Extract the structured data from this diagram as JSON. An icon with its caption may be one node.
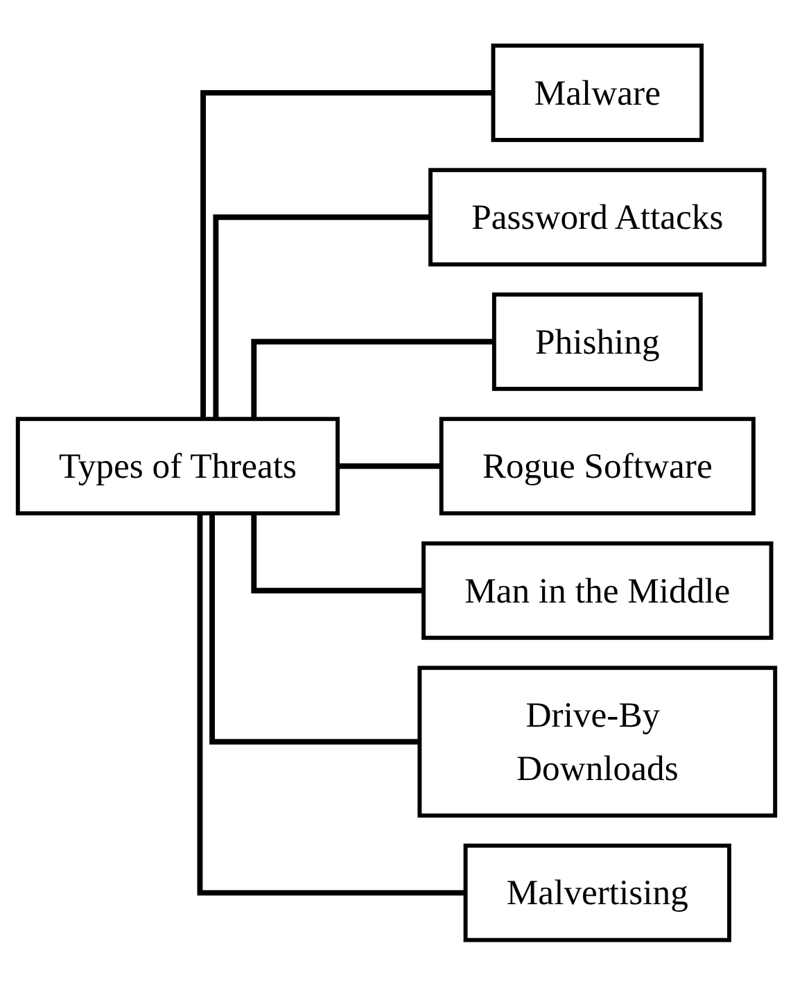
{
  "diagram": {
    "nodes": [
      {
        "text": [
          "Types of Threats"
        ]
      },
      {
        "text": [
          "Malware"
        ]
      },
      {
        "text": [
          "Password Attacks"
        ]
      },
      {
        "text": [
          "Phishing"
        ]
      },
      {
        "text": [
          "Rogue Software"
        ]
      },
      {
        "text": [
          "Man in the Middle"
        ]
      },
      {
        "text": [
          "Drive-By Downloads"
        ]
      },
      {
        "text": [
          "Malvertising"
        ]
      }
    ],
    "edges": [
      {
        "from": 0,
        "to": 1,
        "arrow": "none"
      },
      {
        "from": 0,
        "to": 2,
        "arrow": "none"
      },
      {
        "from": 0,
        "to": 3,
        "arrow": "none"
      },
      {
        "from": 0,
        "to": 4,
        "arrow": "none"
      },
      {
        "from": 0,
        "to": 5,
        "arrow": "none"
      },
      {
        "from": 0,
        "to": 6,
        "arrow": "none"
      },
      {
        "from": 0,
        "to": 7,
        "arrow": "none"
      }
    ]
  }
}
